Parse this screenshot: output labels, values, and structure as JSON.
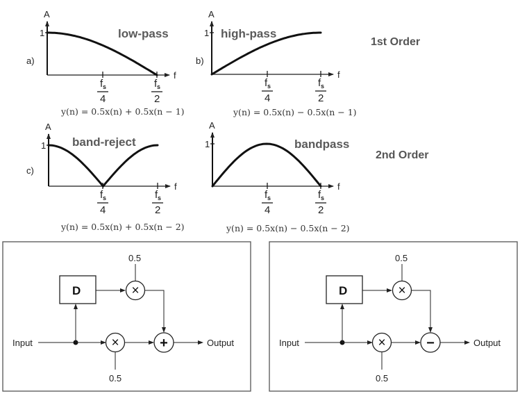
{
  "headings": {
    "first_order": "1st Order",
    "second_order": "2nd Order"
  },
  "graphs": [
    {
      "panel": "a)",
      "title": "low-pass",
      "y_axis_label": "A",
      "x_axis_label": "f",
      "y_tick": "1",
      "x_ticks": [
        {
          "num": "f",
          "sub": "s",
          "den": "4"
        },
        {
          "num": "f",
          "sub": "s",
          "den": "2"
        }
      ],
      "equation": "y(n) = 0.5x(n) + 0.5x(n − 1)"
    },
    {
      "panel": "b)",
      "title": "high-pass",
      "y_axis_label": "A",
      "x_axis_label": "f",
      "y_tick": "1",
      "x_ticks": [
        {
          "num": "f",
          "sub": "s",
          "den": "4"
        },
        {
          "num": "f",
          "sub": "s",
          "den": "2"
        }
      ],
      "equation": "y(n) = 0.5x(n) − 0.5x(n − 1)"
    },
    {
      "panel": "c)",
      "title": "band-reject",
      "y_axis_label": "A",
      "x_axis_label": "f",
      "y_tick": "1",
      "x_ticks": [
        {
          "num": "f",
          "sub": "s",
          "den": "4"
        },
        {
          "num": "f",
          "sub": "s",
          "den": "2"
        }
      ],
      "equation": "y(n) = 0.5x(n) + 0.5x(n − 2)"
    },
    {
      "panel": "",
      "title": "bandpass",
      "y_axis_label": "A",
      "x_axis_label": "f",
      "y_tick": "1",
      "x_ticks": [
        {
          "num": "f",
          "sub": "s",
          "den": "4"
        },
        {
          "num": "f",
          "sub": "s",
          "den": "2"
        }
      ],
      "equation": "y(n) = 0.5x(n) − 0.5x(n − 2)"
    }
  ],
  "block_diagrams": [
    {
      "delay_label": "D",
      "multiplier_symbol": "×",
      "top_gain": "0.5",
      "bottom_gain": "0.5",
      "combiner_symbol": "+",
      "input_label": "Input",
      "output_label": "Output"
    },
    {
      "delay_label": "D",
      "multiplier_symbol": "×",
      "top_gain": "0.5",
      "bottom_gain": "0.5",
      "combiner_symbol": "−",
      "input_label": "Input",
      "output_label": "Output"
    }
  ]
}
